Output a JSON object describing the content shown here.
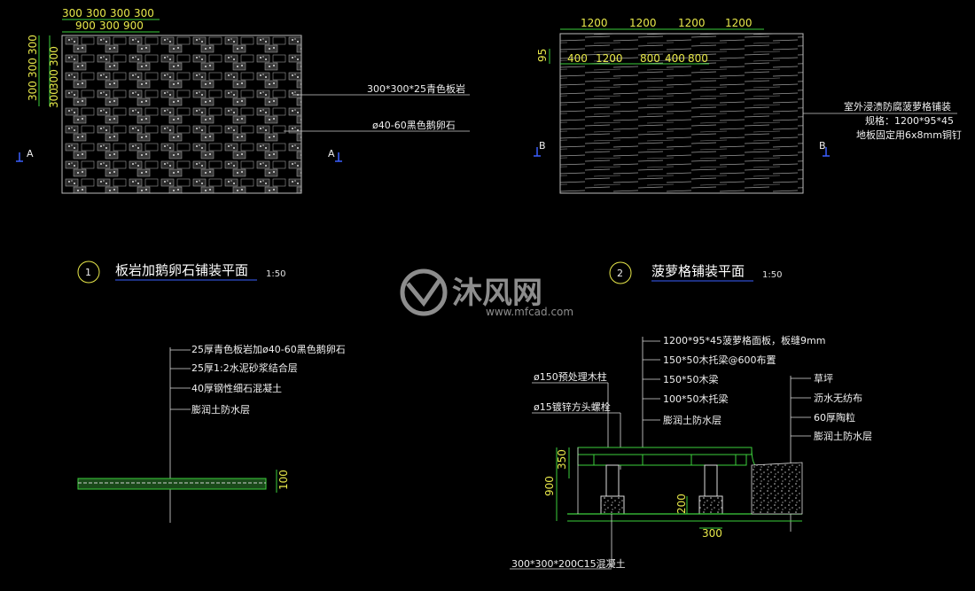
{
  "plan1": {
    "top_dims_row1": [
      "300",
      "300",
      "300",
      "300"
    ],
    "top_dims_row2": [
      "900",
      "300",
      "900"
    ],
    "left_dims_outer": [
      "300",
      "300",
      "300"
    ],
    "left_dims_inner": [
      "300",
      "300",
      "300"
    ],
    "callout_1": "300*300*25青色板岩",
    "callout_2": "ø40-60黑色鹅卵石",
    "section_mark_left": "A",
    "section_mark_right": "A",
    "circle_no": "1",
    "title": "板岩加鹅卵石铺装平面",
    "scale": "1:50"
  },
  "plan2": {
    "top_dims_row1": [
      "1200",
      "1200",
      "1200",
      "1200"
    ],
    "top_dims_row2": [
      "400",
      "1200",
      "800",
      "400",
      "800"
    ],
    "left_dim": "95",
    "callout_line1": "室外浸渍防腐菠萝格铺装",
    "callout_line2": "规格：1200*95*45",
    "callout_line3": "地板固定用6x8mm铜钉",
    "section_mark_left": "B",
    "section_mark_right": "B",
    "circle_no": "2",
    "title": "菠萝格铺装平面",
    "scale": "1:50"
  },
  "section1": {
    "layers": [
      "25厚青色板岩加ø40-60黑色鹅卵石",
      "25厚1:2水泥砂浆结合层",
      "40厚钢性细石混凝土",
      "膨润土防水层"
    ],
    "right_dim": "100"
  },
  "section2": {
    "top_layers": [
      "1200*95*45菠萝格面板，板缝9mm",
      "150*50木托梁@600布置",
      "150*50木梁",
      "100*50木托梁",
      "膨润土防水层"
    ],
    "left_callout_1": "ø150预处理木柱",
    "left_callout_2": "ø15镀锌方头螺栓",
    "right_layers": [
      "草坪",
      "沥水无纺布",
      "60厚陶粒",
      "膨润土防水层"
    ],
    "dim_350": "350",
    "dim_900": "900",
    "dim_200": "200",
    "dim_300": "300",
    "bottom_callout": "300*300*200C15混凝土"
  },
  "watermark": {
    "text": "沐风网",
    "url": "www.mfcad.com"
  },
  "colors": {
    "background": "#000000",
    "dimension": "#e8e84a",
    "line": "#c8c8c8",
    "section_mark": "#3a5fff",
    "green": "#3ccf3c"
  }
}
